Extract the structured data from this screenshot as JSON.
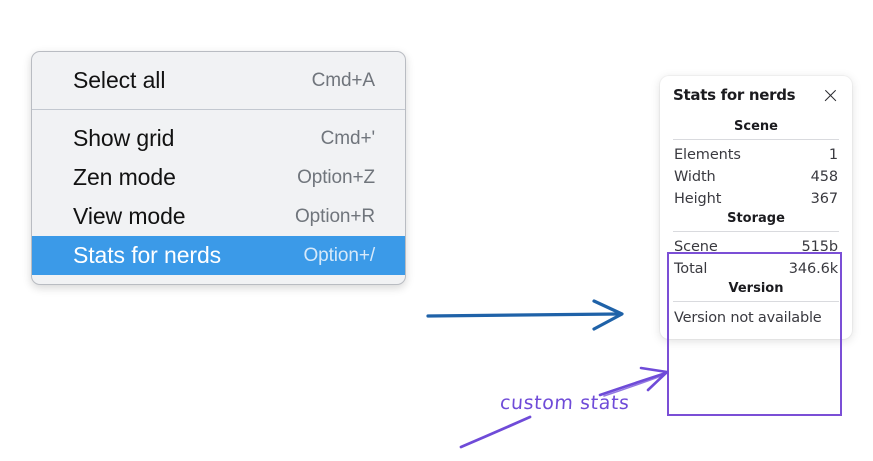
{
  "menu": {
    "groups": [
      {
        "items": [
          {
            "label": "Select all",
            "shortcut": "Cmd+A",
            "selected": false
          }
        ]
      },
      {
        "items": [
          {
            "label": "Show grid",
            "shortcut": "Cmd+'",
            "selected": false
          },
          {
            "label": "Zen mode",
            "shortcut": "Option+Z",
            "selected": false
          },
          {
            "label": "View mode",
            "shortcut": "Option+R",
            "selected": false
          },
          {
            "label": "Stats for nerds",
            "shortcut": "Option+/",
            "selected": true
          }
        ]
      }
    ],
    "highlight_color": "#3b9ae8"
  },
  "stats_panel": {
    "title": "Stats for nerds",
    "close_icon": "close-icon",
    "sections": [
      {
        "heading": "Scene",
        "rows": [
          {
            "key": "Elements",
            "value": "1"
          },
          {
            "key": "Width",
            "value": "458"
          },
          {
            "key": "Height",
            "value": "367"
          }
        ]
      },
      {
        "heading": "Storage",
        "rows": [
          {
            "key": "Scene",
            "value": "515b"
          },
          {
            "key": "Total",
            "value": "346.6k"
          }
        ]
      },
      {
        "heading": "Version",
        "text": "Version not available"
      }
    ]
  },
  "annotations": {
    "handwritten_note": "custom stats",
    "note_color": "#6f4bd8",
    "flow_arrow_color": "#1f62a8",
    "highlight_box_color": "#7b4fd6"
  }
}
